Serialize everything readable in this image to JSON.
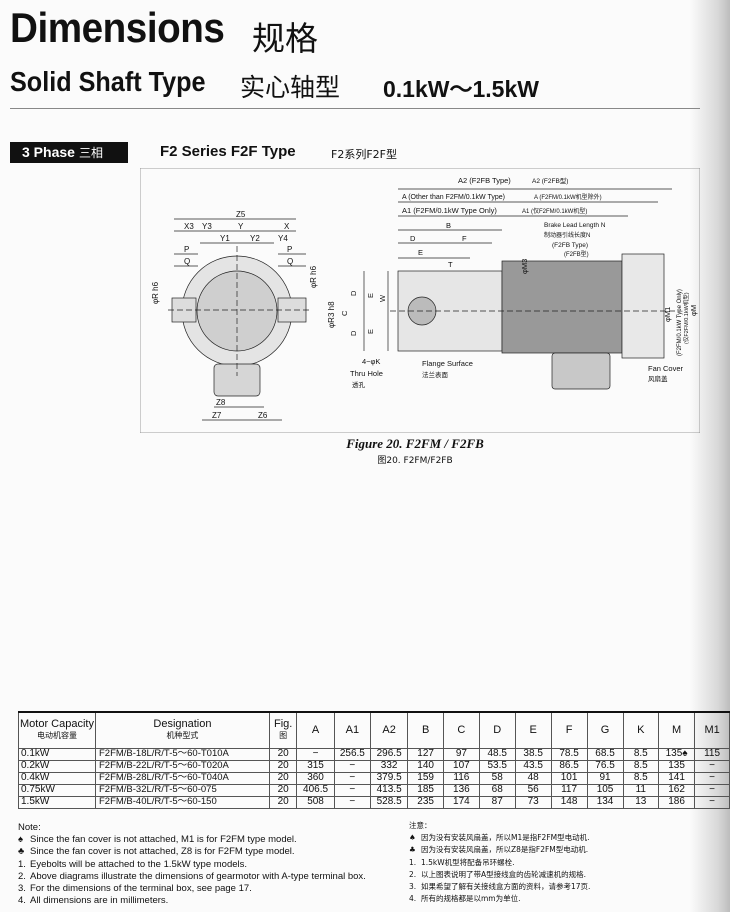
{
  "header": {
    "title": "Dimensions",
    "title_cn": "规格",
    "subtitle": "Solid Shaft Type",
    "subtitle_cn": "实心轴型",
    "power_range": "0.1kW〜1.5kW"
  },
  "section": {
    "phase_label": "3 Phase",
    "phase_label_cn": "三相",
    "series": "F2 Series F2F Type",
    "series_cn": "F2系列F2F型"
  },
  "figure": {
    "caption": "Figure 20. F2FM / F2FB",
    "caption_cn": "图20. F2FM/F2FB",
    "labels": {
      "a2": "A2 (F2FB Type)",
      "a2_cn": "A2 (F2FB型)",
      "a": "A (Other than F2FM/0.1kW Type)",
      "a_cn": "A (F2FM/0.1kW机型除外)",
      "a1": "A1 (F2FM/0.1kW Type Only)",
      "a1_cn": "A1 (仅F2FM/0.1kW机型)",
      "brake_lead": "Brake Lead Length N",
      "brake_lead_cn": "制动器引线长度N",
      "f2fb_type": "(F2FB Type)",
      "f2fb_type_cn": "(F2FB型)",
      "z5": "Z5",
      "x3": "X3",
      "y3": "Y3",
      "y": "Y",
      "x": "X",
      "y1": "Y1",
      "y2": "Y2",
      "y4": "Y4",
      "p_left": "P",
      "q_left": "Q",
      "p_right": "P",
      "q_right": "Q",
      "r_h6_left": "φR h6",
      "r_h6_right": "φR h6",
      "r3_h8": "φR3 h8",
      "b": "B",
      "d_top": "D",
      "f": "F",
      "e_top": "E",
      "t": "T",
      "m3": "φM3",
      "d_left1": "D",
      "d_left2": "D",
      "c": "C",
      "e_left1": "E",
      "e_left2": "E",
      "w": "W",
      "m1": "φM1",
      "m": "φM",
      "m1_note": "(F2FM/0.1kW Type Only)",
      "m1_note_cn": "(仅F2FM/0.1kW机型)",
      "k": "4−φK",
      "thru_hole": "Thru Hole",
      "thru_hole_cn": "透孔",
      "flange": "Flange Surface",
      "flange_cn": "法兰表面",
      "fan_cover": "Fan Cover",
      "fan_cover_cn": "风扇盖",
      "z8": "Z8",
      "z7": "Z7",
      "z6": "Z6"
    }
  },
  "table": {
    "col_motor": "Motor Capacity",
    "col_motor_cn": "电动机容量",
    "col_designation": "Designation",
    "col_designation_cn": "机种型式",
    "col_fig": "Fig.",
    "col_fig_cn": "图",
    "columns": [
      "A",
      "A1",
      "A2",
      "B",
      "C",
      "D",
      "E",
      "F",
      "G",
      "K",
      "M",
      "M1"
    ],
    "rows": [
      {
        "cap": "0.1kW",
        "des": "F2FM/B-18L/R/T-5〜60-T010A",
        "fig": "20",
        "vals": [
          "−",
          "256.5",
          "296.5",
          "127",
          "97",
          "48.5",
          "38.5",
          "78.5",
          "68.5",
          "8.5",
          "135♠",
          "115"
        ]
      },
      {
        "cap": "0.2kW",
        "des": "F2FM/B-22L/R/T-5〜60-T020A",
        "fig": "20",
        "vals": [
          "315",
          "−",
          "332",
          "140",
          "107",
          "53.5",
          "43.5",
          "86.5",
          "76.5",
          "8.5",
          "135",
          "−"
        ]
      },
      {
        "cap": "0.4kW",
        "des": "F2FM/B-28L/R/T-5〜60-T040A",
        "fig": "20",
        "vals": [
          "360",
          "−",
          "379.5",
          "159",
          "116",
          "58",
          "48",
          "101",
          "91",
          "8.5",
          "141",
          "−"
        ]
      },
      {
        "cap": "0.75kW",
        "des": "F2FM/B-32L/R/T-5〜60-075",
        "fig": "20",
        "vals": [
          "406.5",
          "−",
          "413.5",
          "185",
          "136",
          "68",
          "56",
          "117",
          "105",
          "11",
          "162",
          "−"
        ]
      },
      {
        "cap": "1.5kW",
        "des": "F2FM/B-40L/R/T-5〜60-150",
        "fig": "20",
        "vals": [
          "508",
          "−",
          "528.5",
          "235",
          "174",
          "87",
          "73",
          "148",
          "134",
          "13",
          "186",
          "−"
        ]
      }
    ]
  },
  "notes": {
    "title": "Note:",
    "items": [
      {
        "sym": "♠",
        "text": "Since the fan cover is not attached, M1 is for F2FM type model."
      },
      {
        "sym": "♣",
        "text": "Since the fan cover is not attached, Z8 is for F2FM type model."
      },
      {
        "sym": "1.",
        "text": "Eyebolts will be attached to the 1.5kW type models."
      },
      {
        "sym": "2.",
        "text": "Above diagrams illustrate the dimensions of gearmotor with A-type terminal box."
      },
      {
        "sym": "3.",
        "text": "For the dimensions of the terminal box, see page 17."
      },
      {
        "sym": "4.",
        "text": "All dimensions are in millimeters."
      }
    ],
    "title_cn": "注意：",
    "items_cn": [
      {
        "sym": "♠",
        "text": "因为没有安装风扇盖，所以M1是指F2FM型电动机."
      },
      {
        "sym": "♣",
        "text": "因为没有安装风扇盖，所以Z8是指F2FM型电动机."
      },
      {
        "sym": "1.",
        "text": "1.5kW机型将配备吊环螺栓."
      },
      {
        "sym": "2.",
        "text": "以上图表说明了带A型接线盒的齿轮减速机的规格."
      },
      {
        "sym": "3.",
        "text": "如果希望了解有关接线盒方面的资料，请参考17页."
      },
      {
        "sym": "4.",
        "text": "所有的规格都是以mm为单位."
      }
    ]
  }
}
